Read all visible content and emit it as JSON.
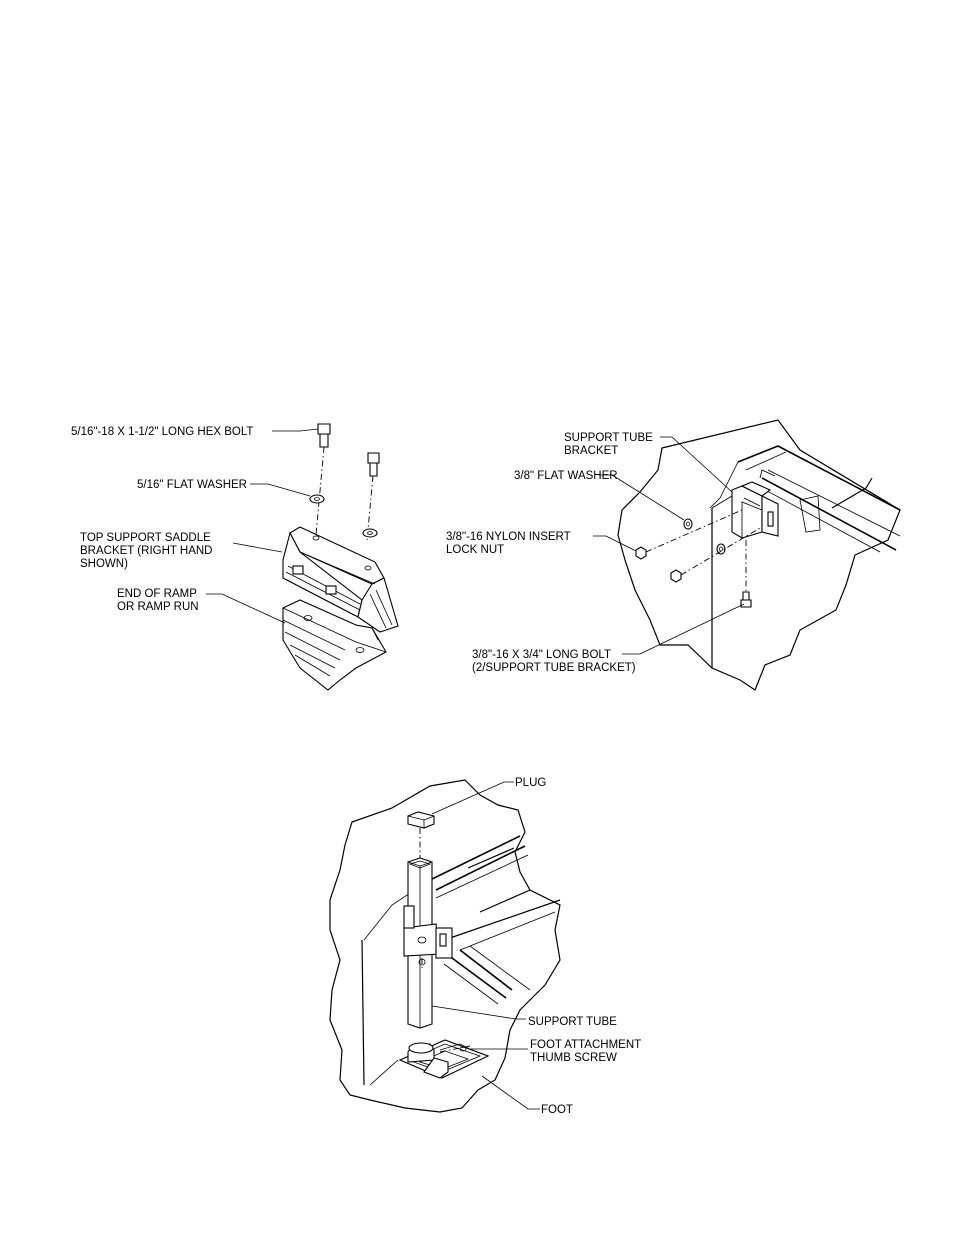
{
  "fig1": {
    "hex_bolt": "5/16\"-18 X 1-1/2\" LONG HEX BOLT",
    "flat_washer": "5/16\" FLAT WASHER",
    "saddle_line1": "TOP SUPPORT SADDLE",
    "saddle_line2": "BRACKET (RIGHT HAND",
    "saddle_line3": "SHOWN)",
    "ramp_line1": "END OF RAMP",
    "ramp_line2": "OR RAMP RUN"
  },
  "fig2": {
    "tube_bracket_line1": "SUPPORT TUBE",
    "tube_bracket_line2": "BRACKET",
    "flat_washer": "3/8\" FLAT WASHER",
    "lock_nut_line1": "3/8\"-16 NYLON INSERT",
    "lock_nut_line2": "LOCK NUT",
    "bolt_line1": "3/8\"-16 X 3/4\" LONG BOLT",
    "bolt_line2": "(2/SUPPORT TUBE BRACKET)"
  },
  "fig3": {
    "plug": "PLUG",
    "support_tube": "SUPPORT TUBE",
    "thumb_screw_line1": "FOOT ATTACHMENT",
    "thumb_screw_line2": "THUMB SCREW",
    "foot": "FOOT"
  }
}
